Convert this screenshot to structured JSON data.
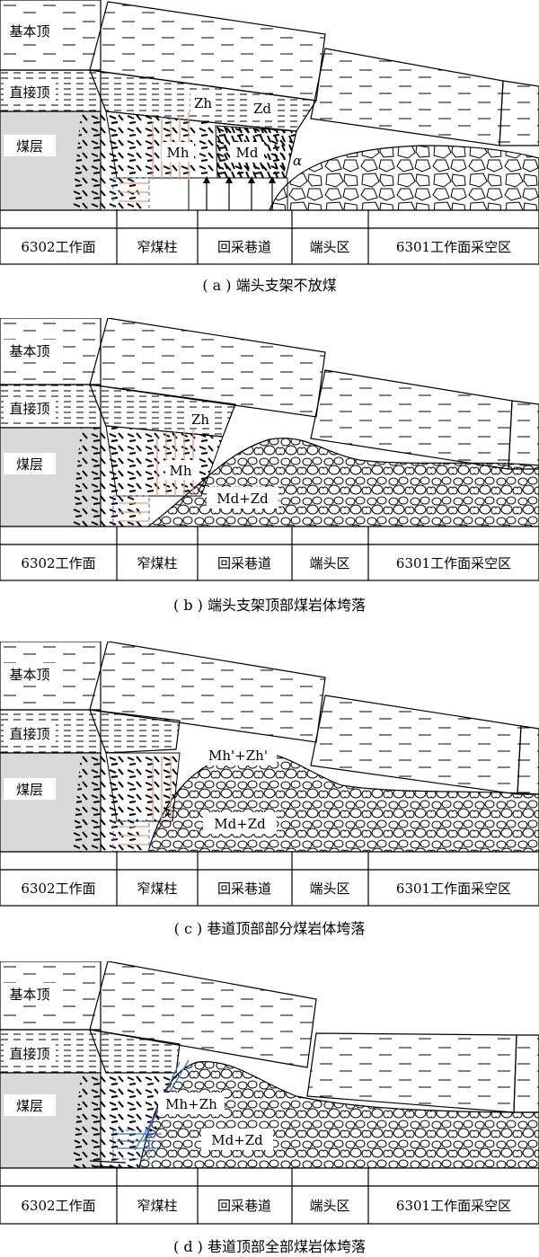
{
  "panels": [
    {
      "id": "a",
      "caption": "( a ) 端头支架不放煤",
      "labels": {
        "main_roof": "基本顶",
        "immediate_roof": "直接顶",
        "coal_seam": "煤层"
      },
      "annotations": [
        "Zh",
        "Zd",
        "Mh",
        "Md",
        "α"
      ],
      "bottom_zones": [
        "6302工作面",
        "窄煤柱",
        "回采巷道",
        "端头区",
        "6301工作面采空区"
      ]
    },
    {
      "id": "b",
      "caption": "( b ) 端头支架顶部煤岩体垮落",
      "labels": {
        "main_roof": "基本顶",
        "immediate_roof": "直接顶",
        "coal_seam": "煤层"
      },
      "annotations": [
        "Zh",
        "Mh",
        "Md+Zd"
      ],
      "bottom_zones": [
        "6302工作面",
        "窄煤柱",
        "回采巷道",
        "端头区",
        "6301工作面采空区"
      ]
    },
    {
      "id": "c",
      "caption": "( c ) 巷道顶部部分煤岩体垮落",
      "labels": {
        "main_roof": "基本顶",
        "immediate_roof": "直接顶",
        "coal_seam": "煤层"
      },
      "annotations": [
        "Mh'+Zh'",
        "Md+Zd"
      ],
      "bottom_zones": [
        "6302工作面",
        "窄煤柱",
        "回采巷道",
        "端头区",
        "6301工作面采空区"
      ]
    },
    {
      "id": "d",
      "caption": "( d ) 巷道顶部全部煤岩体垮落",
      "labels": {
        "main_roof": "基本顶",
        "immediate_roof": "直接顶",
        "coal_seam": "煤层"
      },
      "annotations": [
        "Mh+Zh",
        "Md+Zd"
      ],
      "bottom_zones": [
        "6302工作面",
        "窄煤柱",
        "回采巷道",
        "端头区",
        "6301工作面采空区"
      ]
    }
  ]
}
